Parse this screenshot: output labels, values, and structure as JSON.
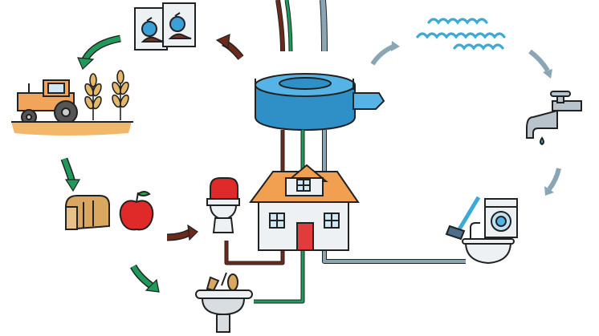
{
  "diagram": {
    "kind": "circular water and nutrient recycling cycle",
    "nodes": [
      {
        "id": "fertilizer-bags",
        "icon": "fertilizer-bag-icon"
      },
      {
        "id": "tractor-and-wheat",
        "icon": "tractor-icon"
      },
      {
        "id": "bread-and-apple",
        "icon": "bread-icon"
      },
      {
        "id": "toilet",
        "icon": "toilet-icon"
      },
      {
        "id": "house",
        "icon": "house-icon"
      },
      {
        "id": "kitchen-sink-disposer",
        "icon": "food-waste-disposer-icon"
      },
      {
        "id": "treatment-tank",
        "icon": "treatment-tank-icon"
      },
      {
        "id": "water-waves",
        "icon": "water-waves-icon"
      },
      {
        "id": "water-tap",
        "icon": "water-tap-icon"
      },
      {
        "id": "washing-and-sink",
        "icon": "washing-machine-icon"
      }
    ],
    "colors": {
      "brown_stream": "#6b2a1a",
      "green_stream": "#1f9a5a",
      "grey_blue_stream": "#8aa6b4",
      "water_blue": "#3aaad8",
      "tank_blue": "#2f8fc7",
      "roof_orange": "#f0a050",
      "door_red": "#e23b3b",
      "apple_red": "#e02a2a",
      "tractor_orange": "#f0a55a",
      "wheat_gold": "#e3b868",
      "bread_tan": "#d9a760",
      "outline": "#222222"
    }
  }
}
